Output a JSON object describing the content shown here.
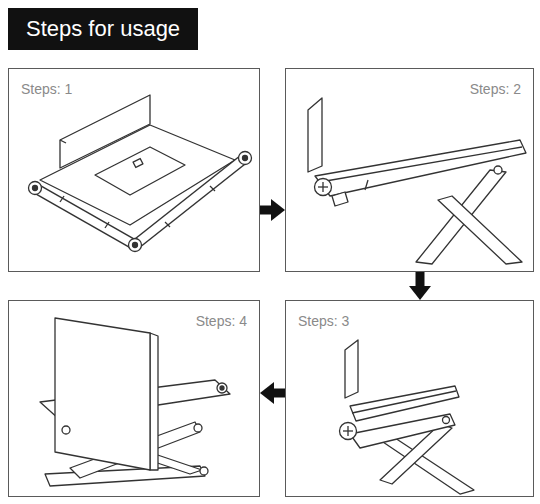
{
  "diagram": {
    "title": "Steps for usage",
    "nodes": [
      {
        "text": [
          "Steps: 1"
        ]
      },
      {
        "text": [
          "Steps: 2"
        ]
      },
      {
        "text": [
          "Steps: 3"
        ]
      },
      {
        "text": [
          "Steps: 4"
        ]
      }
    ],
    "edges": [
      {
        "from": 0,
        "to": 1,
        "arrow": "to"
      },
      {
        "from": 1,
        "to": 2,
        "arrow": "to"
      },
      {
        "from": 2,
        "to": 3,
        "arrow": "to"
      }
    ]
  }
}
